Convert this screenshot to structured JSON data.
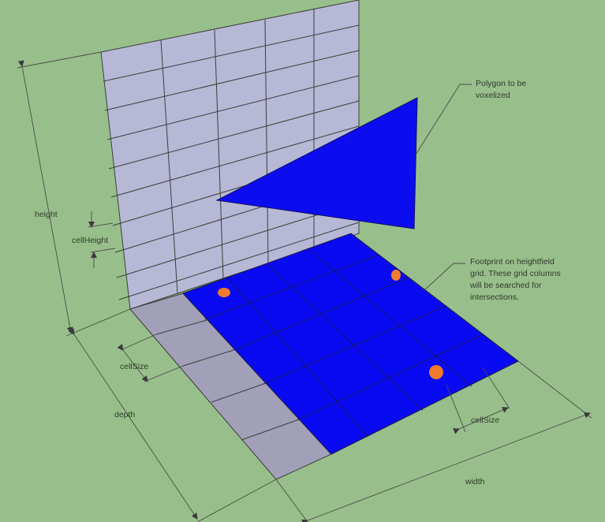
{
  "labels": {
    "height": "height",
    "cell_height": "cellHeight",
    "cell_size_left": "cellSize",
    "depth": "depth",
    "cell_size_right": "cellSize",
    "width": "width",
    "polygon": [
      "Polygon to be",
      "voxelized"
    ],
    "footprint": [
      "Footprint on heightfield",
      "grid.  These grid columns",
      "will be searched for",
      "intersections."
    ]
  },
  "colors": {
    "background": "#98bf8b",
    "wall": "#b7b8d6",
    "floor_gray": "#a1a0b8",
    "footprint": "#0a0af2",
    "polygon": "#0c0cf0",
    "marker": "#f07a2e"
  }
}
